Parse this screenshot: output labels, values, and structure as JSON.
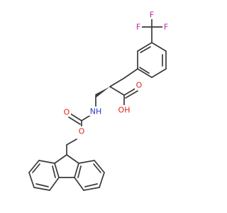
{
  "molecule": {
    "atom_labels": {
      "f_top": "F",
      "f_left": "F",
      "f_right": "F",
      "carbonyl_o_acid": "O",
      "hydroxyl": "OH",
      "amine": "NH",
      "carbamate_o": "O",
      "carbonyl_o_carbamate": "O"
    },
    "colors": {
      "bond": "#3a3a3a",
      "oxygen": "#e0241b",
      "nitrogen": "#2b35c8",
      "fluorine": "#c41fae"
    }
  }
}
